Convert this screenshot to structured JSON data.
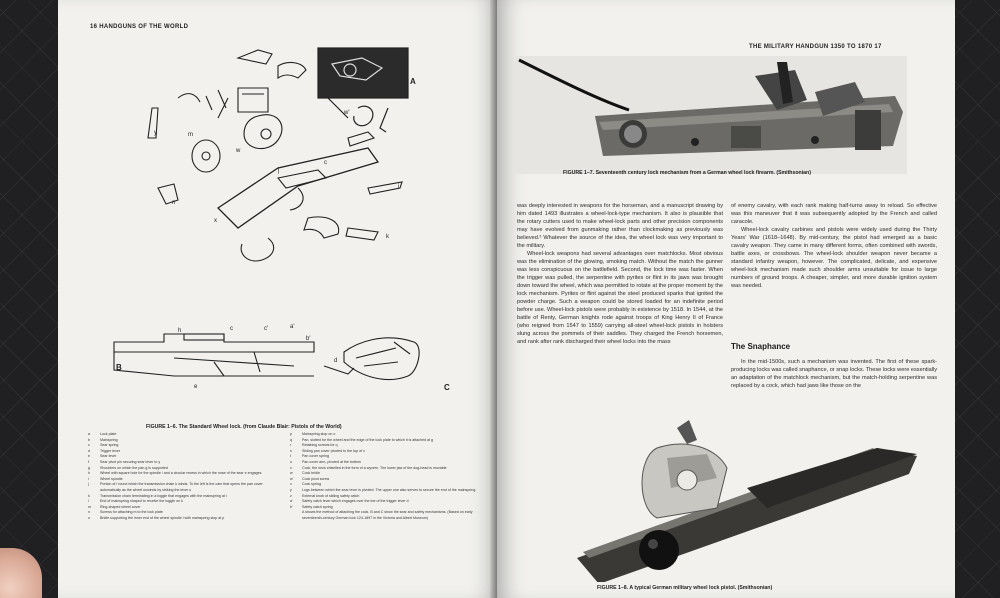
{
  "left_page": {
    "header": "16  HANDGUNS OF THE WORLD",
    "figure_caption": "FIGURE 1–6.  The Standard Wheel lock. (from Claude Blair: Pistols of the World)",
    "diagram_labels": [
      "A",
      "B",
      "C",
      "a",
      "a'",
      "b",
      "b'",
      "c",
      "c'",
      "d",
      "e",
      "f",
      "g",
      "h",
      "i",
      "j",
      "k",
      "m",
      "n",
      "w",
      "w'",
      "x",
      "y"
    ],
    "legend_col1": [
      {
        "k": "a",
        "t": "Lock plate"
      },
      {
        "k": "b",
        "t": "Mainspring"
      },
      {
        "k": "c",
        "t": "Sear spring"
      },
      {
        "k": "d",
        "t": "Trigger lever"
      },
      {
        "k": "e",
        "t": "Sear lever"
      },
      {
        "k": "f",
        "t": "Sear pivot pin securing sear lever to y"
      },
      {
        "k": "g",
        "t": "Shoulders on which the pan g is supported"
      },
      {
        "k": "h",
        "t": "Wheel with square hole for the spindle i and a circular recess in which the nose of the sear e engages"
      },
      {
        "k": "i",
        "t": "Wheel spindle"
      },
      {
        "k": "j",
        "t": "Portion of i round which the transmission chain k winds. To the left is the cam that opens the pan cover automatically as the wheel unwinds by striking the lever u"
      },
      {
        "k": "k",
        "t": "Transmission chain terminating in a toggle that engages with the mainspring at l"
      },
      {
        "k": "l",
        "t": "End of mainspring shaped to receive the toggle on k"
      },
      {
        "k": "m",
        "t": "Ring-shaped wheel cover"
      },
      {
        "k": "n",
        "t": "Screws for attaching m to the lock plate"
      },
      {
        "k": "o",
        "t": "Bridle supporting the inner end of the wheel spindle i with mainspring stop at p"
      }
    ],
    "legend_col2": [
      {
        "k": "p",
        "t": "Mainspring stop on o"
      },
      {
        "k": "q",
        "t": "Pan, slotted for the wheel and the edge of the lock plate to which it is attached at g"
      },
      {
        "k": "r",
        "t": "Retaining screws for q"
      },
      {
        "k": "s",
        "t": "Sliding pan cover pivoted to the top of v"
      },
      {
        "k": "t",
        "t": "Pan cover spring"
      },
      {
        "k": "u",
        "t": "Pan cover arm, pivoted at the bottom"
      },
      {
        "k": "v",
        "t": "Cock, the neck chiselled in the form of a wyvern. The lower jaw of the dog-head is movable"
      },
      {
        "k": "w",
        "t": "Cock bridle"
      },
      {
        "k": "w'",
        "t": "Cock pivot screw"
      },
      {
        "k": "x",
        "t": "Cock spring"
      },
      {
        "k": "y",
        "t": "Lugs between which the sear lever is pivoted. The upper one also serves to secure the end of the mainspring"
      },
      {
        "k": "z",
        "t": "External knob of sliding safety catch"
      },
      {
        "k": "a'",
        "t": "Safety catch lever which engages over the toe of the trigger lever d"
      },
      {
        "k": "b'",
        "t": "Safety catch spring"
      },
      {
        "k": "",
        "t": "A shows the method of attaching the cock. B and C show the sear and safety mechanisms. (Based on early seventeenth-century German lock 124-1897 in the Victoria and Albert Museum)"
      }
    ]
  },
  "right_page": {
    "header": "THE MILITARY HANDGUN 1350 TO 1870   17",
    "figure_7_caption": "FIGURE 1–7.  Seventeenth century lock mechanism from a German wheel lock firearm. (Smithsonian)",
    "figure_8_caption": "FIGURE 1–8.  A typical German military wheel lock pistol. (Smithsonian)",
    "col1_paragraphs": [
      "was deeply interested in weapons for the horseman, and a manuscript drawing by him dated 1493 illustrates a wheel-lock-type mechanism. It also is plausible that the rotary cutters used to make wheel-lock parts and other precision components may have evolved from gunmaking rather than clockmaking as previously was believed.³ Whatever the source of the idea, the wheel lock was very important to the military.",
      "Wheel-lock weapons had several advantages over matchlocks. Most obvious was the elimination of the glowing, smoking match. Without the match the gunner was less conspicuous on the battlefield. Second, the lock time was faster. When the trigger was pulled, the serpentine with pyrites or flint in its jaws was brought down toward the wheel, which was permitted to rotate at the proper moment by the lock mechanism. Pyrites or flint against the steel produced sparks that ignited the powder charge. Such a weapon could be stored loaded for an indefinite period before use. Wheel-lock pistols were probably in existence by 1518. In 1544, at the battle of Renty, German knights rode against troops of King Henry II of France (who reigned from 1547 to 1559) carrying all-steel wheel-lock pistols in holsters slung across the pommels of their saddles. They charged the French horsemen, and rank after rank discharged their wheel locks into the mass"
    ],
    "col2_paragraphs": [
      "of enemy cavalry, with each rank making half-turns away to reload. So effective was this maneuver that it was subsequently adopted by the French and called caracole.",
      "Wheel-lock cavalry carbines and pistols were widely used during the Thirty Years' War (1618–1648). By mid-century, the pistol had emerged as a basic cavalry weapon. They came in many different forms, often combined with swords, battle axes, or crossbows. The wheel-lock shoulder weapon never became a standard infantry weapon, however. The complicated, delicate, and expensive wheel-lock mechanism made such shoulder arms unsuitable for issue to large numbers of ground troops. A cheaper, simpler, and more durable ignition system was needed."
    ],
    "subhead": "The Snaphance",
    "col2_after_subhead": "In the mid-1500s, such a mechanism was invented. The first of these spark-producing locks was called snaphance, or snap locks. These locks were essentially an adaptation of the matchlock mechanism, but the match-holding serpentine was replaced by a cock, which had jaws like those on the"
  },
  "colors": {
    "paper": "#f2f1ee",
    "ink": "#222222",
    "background": "#1c1c1e"
  }
}
